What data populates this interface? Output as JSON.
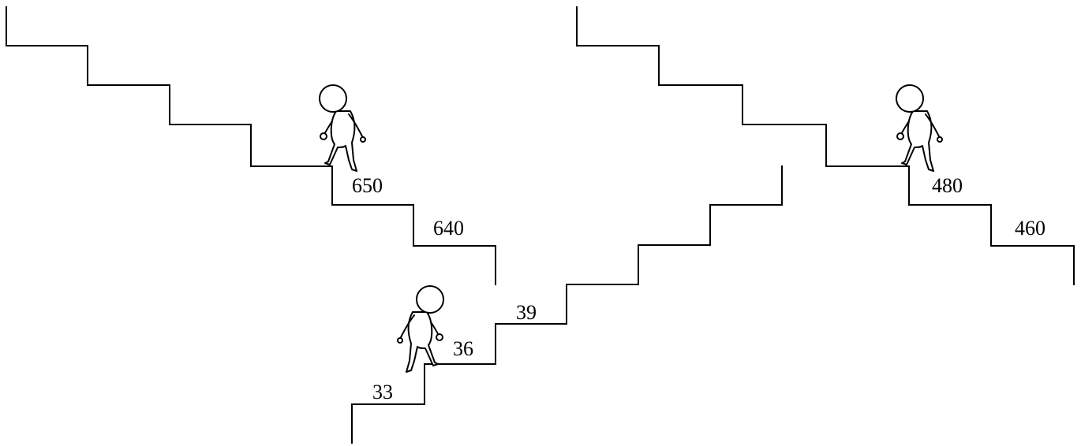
{
  "staircases": [
    {
      "id": "descending-left",
      "direction": "down",
      "step_labels": [
        "650",
        "640"
      ]
    },
    {
      "id": "descending-right",
      "direction": "down",
      "step_labels": [
        "480",
        "460"
      ]
    },
    {
      "id": "ascending-middle",
      "direction": "up",
      "step_labels": [
        "33",
        "36",
        "39"
      ]
    }
  ],
  "figures": [
    {
      "id": "walker-left",
      "facing": "right"
    },
    {
      "id": "walker-right",
      "facing": "right"
    },
    {
      "id": "walker-middle",
      "facing": "left"
    }
  ]
}
